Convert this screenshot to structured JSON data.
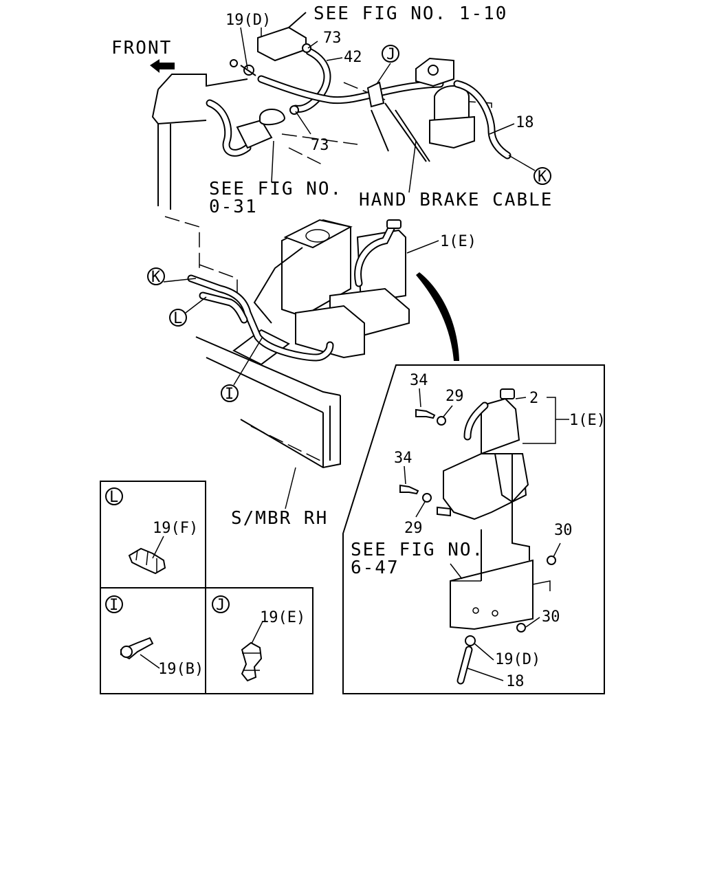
{
  "callouts": {
    "p19d_top": "19(D)",
    "see_fig_1_10": "SEE FIG NO. 1-10",
    "p73_top": "73",
    "p42": "42",
    "circle_j_top": "J",
    "front": "FRONT",
    "p18_top": "18",
    "p73_mid": "73",
    "circle_k_top": "K",
    "see_fig_0_31_a": "SEE FIG NO.",
    "see_fig_0_31_b": "0-31",
    "hand_brake_cable": "HAND BRAKE CABLE",
    "p1e_mid": "1(E)",
    "circle_k_mid": "K",
    "circle_l_mid": "L",
    "circle_i_mid": "I",
    "smbr_rh": "S/MBR RH"
  },
  "detail_box": {
    "p34_a": "34",
    "p29_a": "29",
    "p2": "2",
    "p1e": "1(E)",
    "p34_b": "34",
    "p29_b": "29",
    "p30_a": "30",
    "see_fig_6_47_a": "SEE FIG NO.",
    "see_fig_6_47_b": "6-47",
    "p30_b": "30",
    "p19d": "19(D)",
    "p18": "18"
  },
  "inset_l": {
    "circle": "L",
    "part": "19(F)"
  },
  "inset_i": {
    "circle": "I",
    "part": "19(B)"
  },
  "inset_j": {
    "circle": "J",
    "part": "19(E)"
  }
}
